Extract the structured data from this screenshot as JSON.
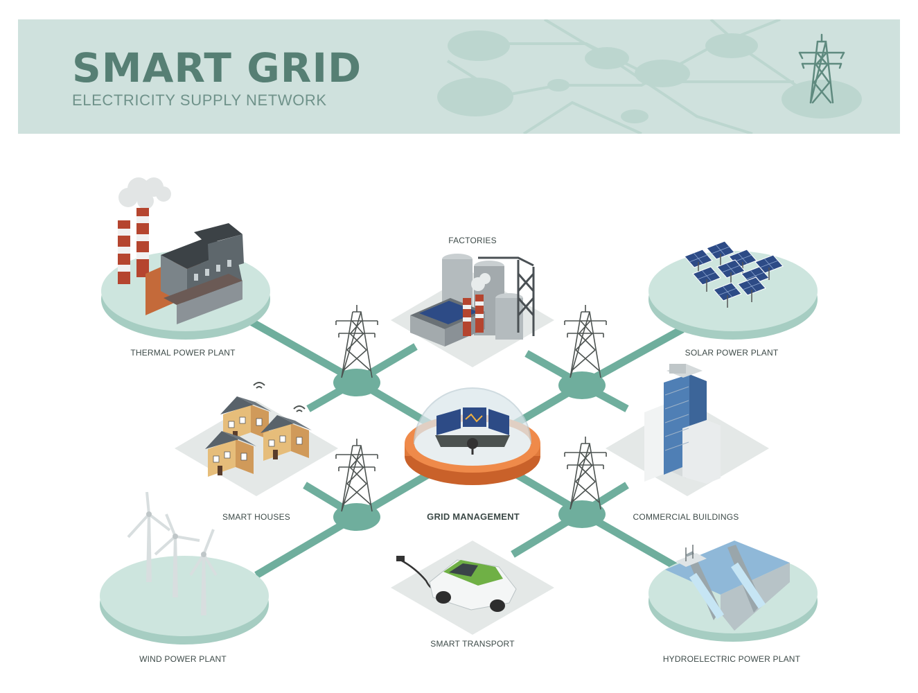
{
  "header": {
    "title": "SMART GRID",
    "subtitle": "ELECTRICITY SUPPLY NETWORK"
  },
  "nodes": {
    "thermal": "THERMAL POWER PLANT",
    "factories": "FACTORIES",
    "solar": "SOLAR POWER PLANT",
    "smart_houses": "SMART HOUSES",
    "grid_management": "GRID MANAGEMENT",
    "commercial": "COMMERCIAL BUILDINGS",
    "wind": "WIND POWER PLANT",
    "transport": "SMART TRANSPORT",
    "hydro": "HYDROELECTRIC POWER PLANT"
  },
  "colors": {
    "line": "#6fae9d",
    "platform": "#cde5de",
    "tile": "#e4e8e7",
    "banner": "#cfe1dd",
    "title": "#567f74",
    "dome_base": "#e07a3c"
  }
}
